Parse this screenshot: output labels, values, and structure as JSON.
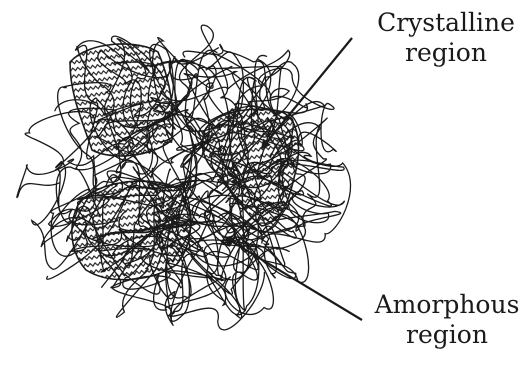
{
  "labels": {
    "crystalline": [
      "Crystalline",
      "region"
    ],
    "amorphous": [
      "Amorphous",
      "region"
    ]
  },
  "colors": {
    "ink": "#1a1a1a",
    "background": "#ffffff"
  },
  "icons": [
    "arrow-icon"
  ]
}
